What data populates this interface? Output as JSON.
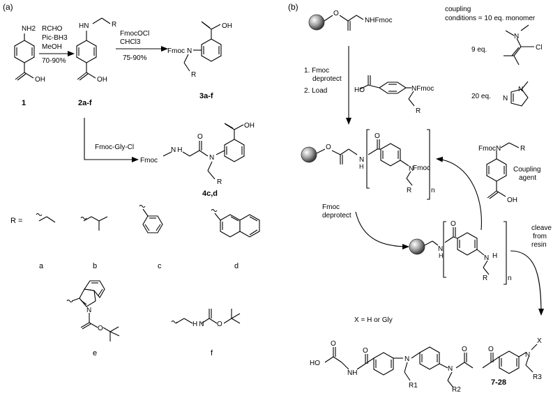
{
  "panels": {
    "a": "(a)",
    "b": "(b)"
  },
  "scheme_a": {
    "cmpd1_nh2": "NH2",
    "cmpd1_oh": "OH",
    "cmpd1_id": "1",
    "step1_reagents": [
      "RCHO",
      "Pic-BH3",
      "MeOH",
      "70-90%"
    ],
    "cmpd2_hn": "HN",
    "cmpd2_r": "R",
    "cmpd2_oh": "OH",
    "cmpd2_id": "2a-f",
    "step2_reagents": [
      "FmocOCl",
      "CHCl3",
      "75-90%"
    ],
    "cmpd3_fmoc": "Fmoc",
    "cmpd3_n": "N",
    "cmpd3_oh": "OH",
    "cmpd3_r": "R",
    "cmpd3_id": "3a-f",
    "step3_reagent": "Fmoc-Gly-Cl",
    "cmpd4_fmoc": "Fmoc",
    "cmpd4_nh": "N H",
    "cmpd4_o": "O",
    "cmpd4_n": "N",
    "cmpd4_oh": "OH",
    "cmpd4_r": "R",
    "cmpd4_id": "4c,d",
    "r_equals": "R =",
    "r_labels": [
      "a",
      "b",
      "c",
      "d",
      "e",
      "f"
    ],
    "r_e_n": "N",
    "r_e_o": "O",
    "r_f_hn": "H N",
    "r_f_o": "O"
  },
  "scheme_b": {
    "resin_start_nhfmoc": "NHFmoc",
    "resin_start_o": "O",
    "coupling_conditions": [
      "coupling",
      "conditions = 10 eq. monomer"
    ],
    "eq9": "9 eq.",
    "eq9_n": "N",
    "eq9_cl": "Cl",
    "eq20": "20 eq.",
    "eq20_n": "N",
    "eq20_n2": "N",
    "steps_1_2": [
      "1. Fmoc",
      "deprotect",
      "2. Load"
    ],
    "load_nfmoc": "NFmoc",
    "load_oh": "HO",
    "load_r": "R",
    "loaded_fmoc": "Fmoc",
    "loaded_n": "N",
    "loaded_nh": "N",
    "loaded_h": "H",
    "loaded_r": "R",
    "loaded_n_sub": "n",
    "monomer_fmocn": "FmocN",
    "monomer_r": "R",
    "monomer_oh": "OH",
    "coupling_agent": [
      "Coupling",
      "agent"
    ],
    "fmoc_deprotect": [
      "Fmoc",
      "deprotect"
    ],
    "deprot_nh": "N",
    "deprot_h": "H",
    "deprot_h2": "H",
    "deprot_n": "N",
    "deprot_r": "R",
    "deprot_n_sub": "n",
    "cleave": [
      "cleave",
      "from",
      "resin"
    ],
    "x_equals": "X = H or Gly",
    "final_ho": "HO",
    "final_nh": "NH",
    "final_x": "X",
    "final_n": "N",
    "final_r1": "R1",
    "final_r2": "R2",
    "final_r3": "R3",
    "final_id": "7-28"
  }
}
